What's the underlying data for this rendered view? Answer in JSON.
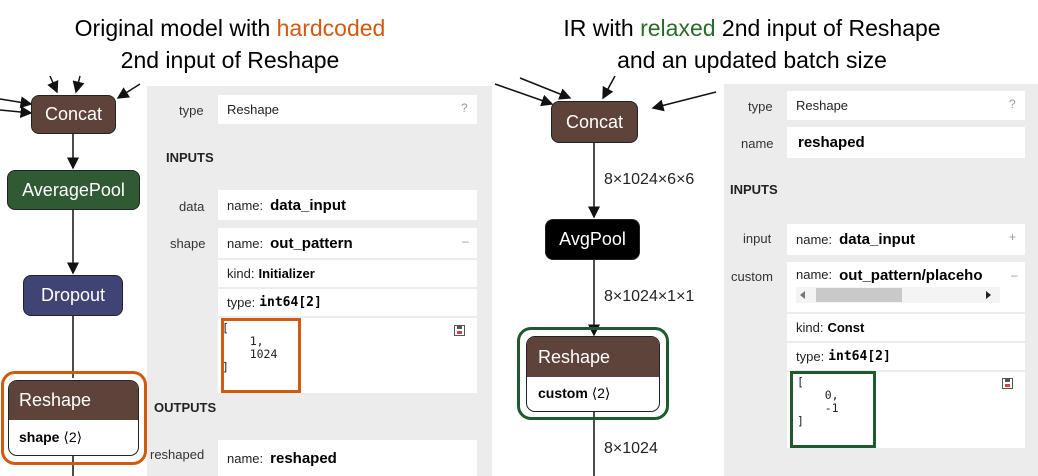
{
  "left": {
    "heading": {
      "line1_pre": "Original model with ",
      "line1_hl": "hardcoded",
      "line2": "2nd input of Reshape"
    },
    "nodes": {
      "concat": "Concat",
      "avgpool": "AveragePool",
      "dropout": "Dropout",
      "reshape": "Reshape"
    },
    "reshape_attr": {
      "name": "shape",
      "value": "⟨2⟩"
    },
    "panel": {
      "type_label": "type",
      "type_value": "Reshape",
      "type_hint": "?",
      "inputs_title": "INPUTS",
      "data_label": "data",
      "data_name_key": "name:",
      "data_name_value": "data_input",
      "shape_label": "shape",
      "shape_name_key": "name:",
      "shape_name_value": "out_pattern",
      "shape_hint": "–",
      "kind_key": "kind:",
      "kind_value": "Initializer",
      "type_key": "type:",
      "type_val": "int64[2]",
      "code": "[\n    1,\n    1024\n]",
      "outputs_title": "OUTPUTS",
      "reshaped_label": "reshaped",
      "out_name_key": "name:",
      "out_name_value": "reshaped"
    }
  },
  "right": {
    "heading": {
      "line1_pre": "IR with ",
      "line1_hl": "relaxed",
      "line1_post": " 2nd input of Reshape",
      "line2": "and an updated batch size"
    },
    "nodes": {
      "concat": "Concat",
      "avgpool": "AvgPool",
      "reshape": "Reshape"
    },
    "reshape_attr": {
      "name": "custom",
      "value": "⟨2⟩"
    },
    "edges": {
      "e1": "8×1024×6×6",
      "e2": "8×1024×1×1",
      "e3": "8×1024"
    },
    "panel": {
      "type_label": "type",
      "type_value": "Reshape",
      "type_hint": "?",
      "name_label": "name",
      "name_value": "reshaped",
      "inputs_title": "INPUTS",
      "input_label": "input",
      "input_name_key": "name:",
      "input_name_value": "data_input",
      "input_hint": "+",
      "custom_label": "custom",
      "custom_name_key": "name:",
      "custom_name_value": "out_pattern/placeho",
      "custom_hint": "–",
      "kind_key": "kind:",
      "kind_value": "Const",
      "type_key": "type:",
      "type_val": "int64[2]",
      "code": "[\n    0,\n    -1\n]"
    }
  },
  "colors": {
    "orange": "#d25a10",
    "green": "#1e5a2c",
    "brown": "#5d4339",
    "avgpool_green": "#2f5a33",
    "purple": "#3f4475"
  }
}
